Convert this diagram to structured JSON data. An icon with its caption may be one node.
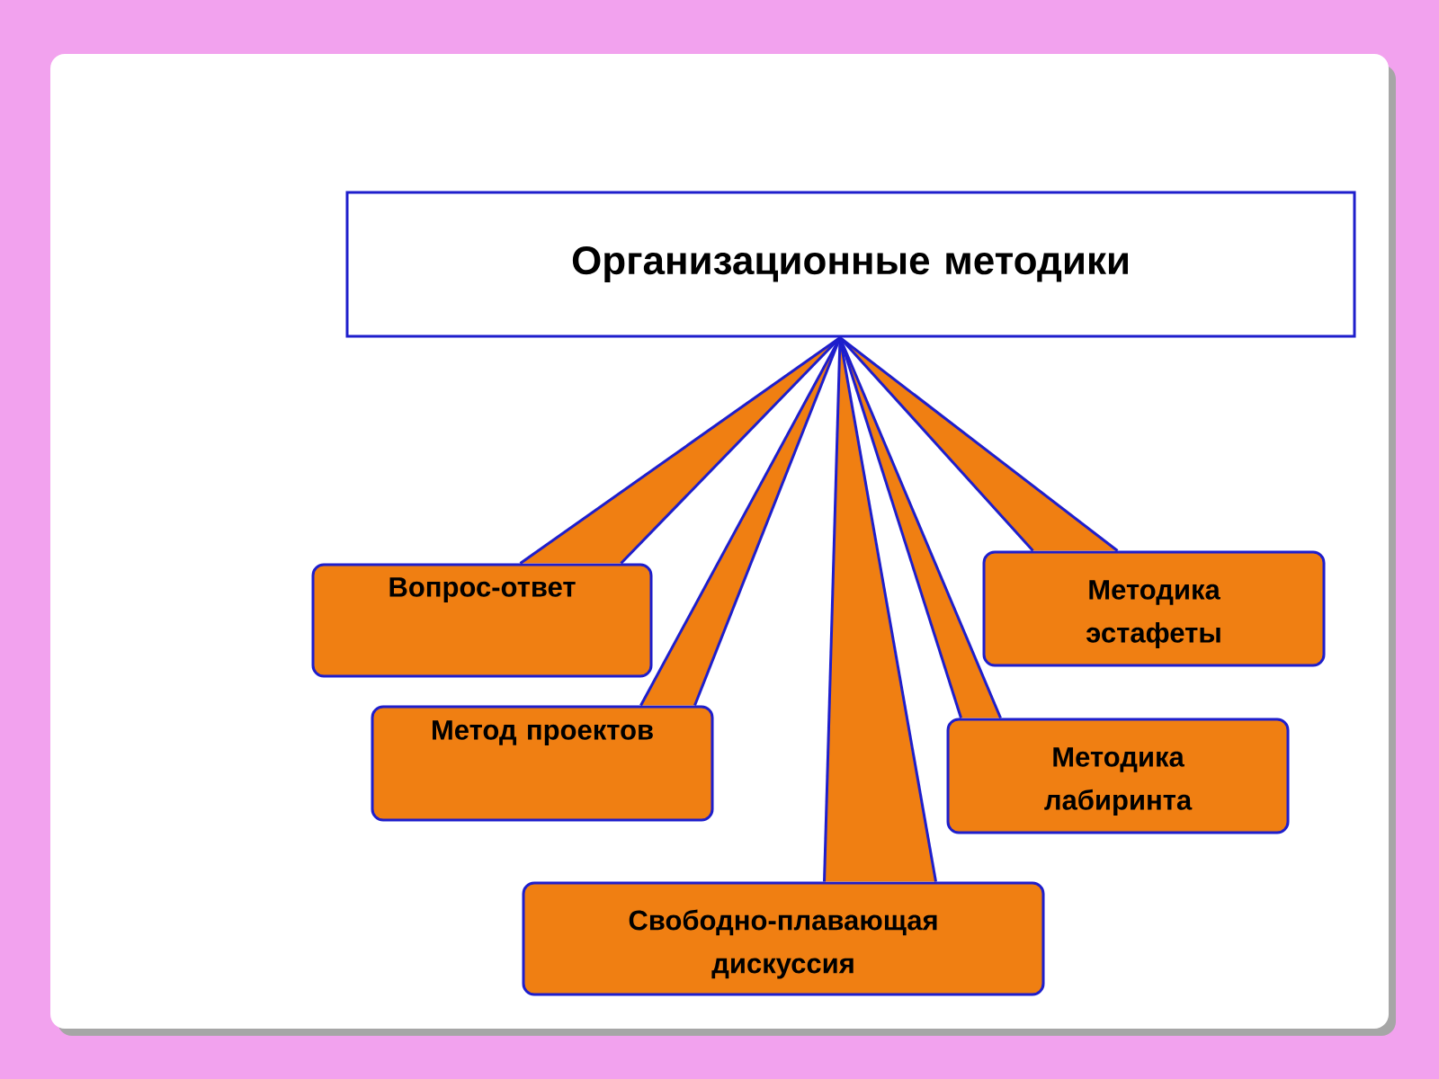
{
  "diagram": {
    "nodes": [
      {
        "text": [
          "Организационные методики"
        ]
      },
      {
        "text": [
          "Вопрос-ответ"
        ]
      },
      {
        "text": [
          "Метод проектов"
        ]
      },
      {
        "text": [
          "Свободно-плавающая дискуссия"
        ]
      },
      {
        "text": [
          "Методика эстафеты"
        ]
      },
      {
        "text": [
          "Методика лабиринта"
        ]
      }
    ],
    "edges": [
      {
        "from": 1,
        "to": 0,
        "arrow": "none"
      },
      {
        "from": 2,
        "to": 0,
        "arrow": "none"
      },
      {
        "from": 3,
        "to": 0,
        "arrow": "none"
      },
      {
        "from": 4,
        "to": 0,
        "arrow": "none"
      },
      {
        "from": 5,
        "to": 0,
        "arrow": "none"
      }
    ]
  }
}
